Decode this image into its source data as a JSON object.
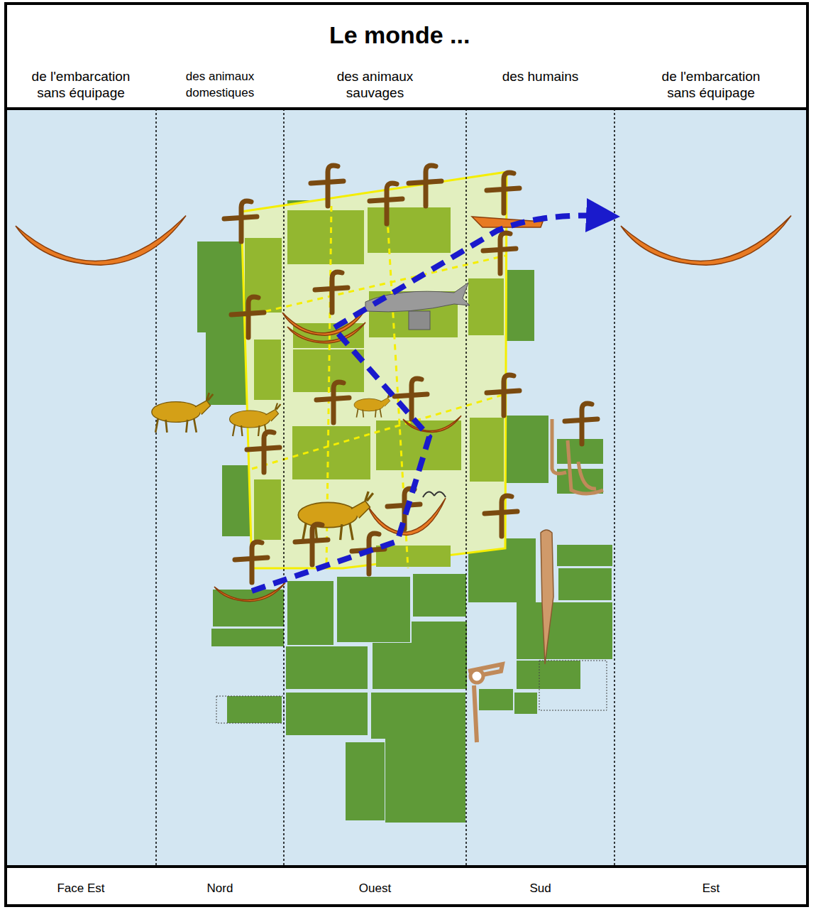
{
  "diagram": {
    "title": "Le monde ...",
    "nodes": [
      {
        "text": [
          "de l'embarcation sans équipage",
          "Face Est"
        ]
      },
      {
        "text": [
          "des animaux domestiques",
          "Nord"
        ]
      },
      {
        "text": [
          "des animaux sauvages",
          "Ouest"
        ]
      },
      {
        "text": [
          "des humains",
          "Sud"
        ]
      },
      {
        "text": [
          "de l'embarcation sans équipage",
          "Est"
        ]
      }
    ]
  }
}
